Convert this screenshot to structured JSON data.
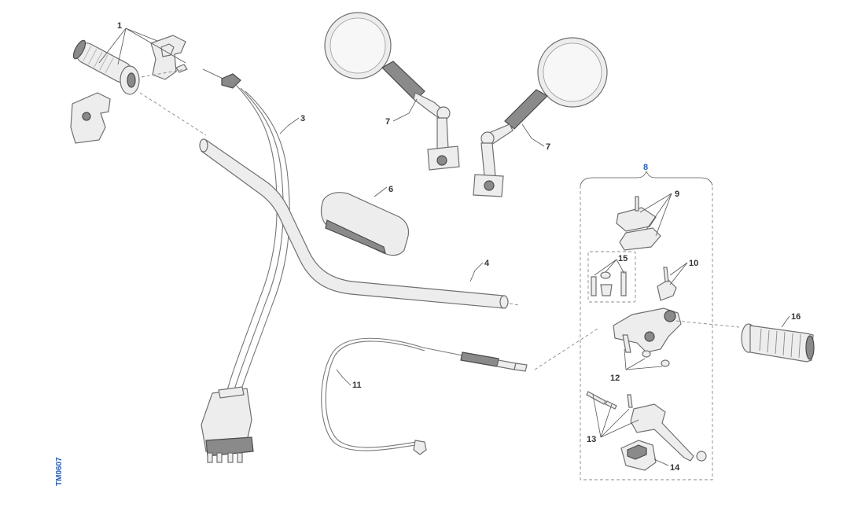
{
  "figure": {
    "reference": "TM0607",
    "callouts": [
      "1",
      "3",
      "4",
      "6",
      "7",
      "7",
      "8",
      "9",
      "10",
      "11",
      "12",
      "13",
      "14",
      "15",
      "16"
    ]
  },
  "colors": {
    "line": "#6f6f6f",
    "fill": "#ededed",
    "accent": "#2a5db0"
  },
  "icons": [
    "grip",
    "throttle-housing",
    "mirror",
    "handlebar",
    "pad",
    "cable",
    "switch-housing",
    "clutch-lever",
    "master-cylinder"
  ]
}
